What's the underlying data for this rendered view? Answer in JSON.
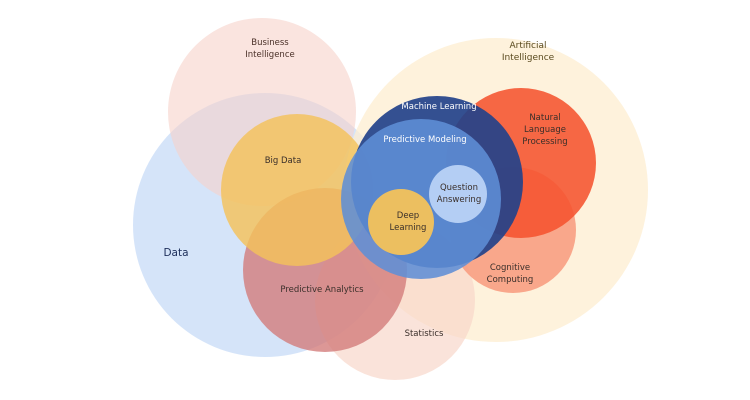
{
  "diagram": {
    "circles": [
      {
        "key": "data",
        "color": "#bcd3f5",
        "opacity": 0.62
      },
      {
        "key": "business_intelligence",
        "color": "#f6d2c9",
        "opacity": 0.6
      },
      {
        "key": "artificial_intelligence",
        "color": "#fdeed0",
        "opacity": 0.75
      },
      {
        "key": "statistics",
        "color": "#f8d6c8",
        "opacity": 0.68
      },
      {
        "key": "predictive_analytics",
        "color": "#d27a78",
        "opacity": 0.78
      },
      {
        "key": "big_data",
        "color": "#f4c25a",
        "opacity": 0.82
      },
      {
        "key": "cognitive_computing",
        "color": "#f89a7d",
        "opacity": 0.85
      },
      {
        "key": "natural_language_processing",
        "color": "#f5532f",
        "opacity": 0.88
      },
      {
        "key": "machine_learning",
        "color": "#23428a",
        "opacity": 0.92
      },
      {
        "key": "predictive_modeling",
        "color": "#5f8ed6",
        "opacity": 0.88
      },
      {
        "key": "question_answering",
        "color": "#b9d2f5",
        "opacity": 0.95
      },
      {
        "key": "deep_learning",
        "color": "#f4c25a",
        "opacity": 0.95
      }
    ],
    "labels": {
      "business_intelligence": [
        "Business",
        "Intelligence"
      ],
      "artificial_intelligence": [
        "Artificial",
        "Intelligence"
      ],
      "big_data": [
        "Big Data"
      ],
      "data": [
        "Data"
      ],
      "machine_learning": [
        "Machine Learning"
      ],
      "predictive_modeling": [
        "Predictive Modeling"
      ],
      "natural_language_processing": [
        "Natural",
        "Language",
        "Processing"
      ],
      "question_answering": [
        "Question",
        "Answering"
      ],
      "deep_learning": [
        "Deep",
        "Learning"
      ],
      "cognitive_computing": [
        "Cognitive",
        "Computing"
      ],
      "predictive_analytics": [
        "Predictive Analytics"
      ],
      "statistics": [
        "Statistics"
      ]
    }
  }
}
